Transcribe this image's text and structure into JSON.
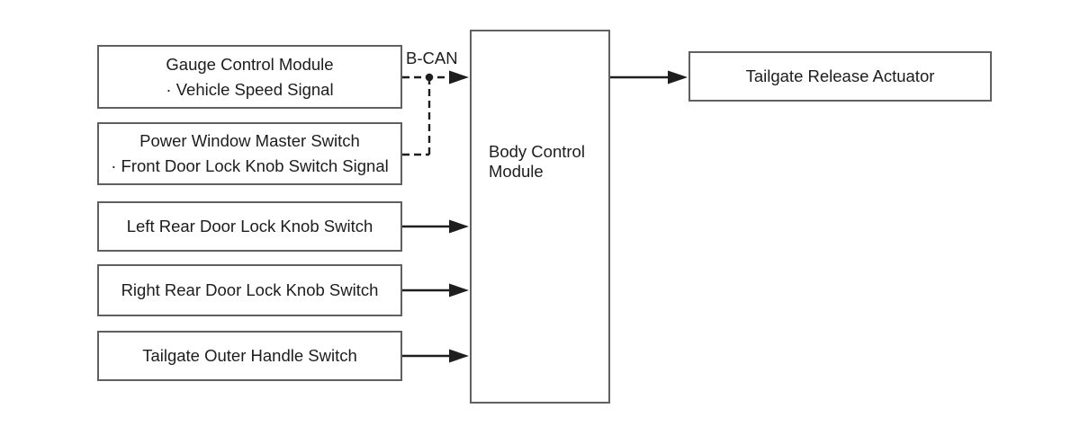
{
  "diagram": {
    "title_hint": "Tailgate release system block diagram",
    "bus_label": "B-CAN",
    "inputs": [
      {
        "lines": [
          "Gauge Control Module",
          "· Vehicle Speed Signal"
        ]
      },
      {
        "lines": [
          "Power Window Master Switch",
          "· Front Door Lock Knob Switch Signal"
        ]
      },
      {
        "lines": [
          "Left Rear Door Lock Knob Switch"
        ]
      },
      {
        "lines": [
          "Right Rear Door Lock Knob Switch"
        ]
      },
      {
        "lines": [
          "Tailgate Outer Handle Switch"
        ]
      }
    ],
    "controller": {
      "label": "Body Control Module"
    },
    "output": {
      "label": "Tailgate Release Actuator"
    },
    "colors": {
      "background": "#ffffff",
      "box_border": "#606060",
      "wire": "#1e1e1e",
      "text": "#1d1d1d"
    }
  }
}
